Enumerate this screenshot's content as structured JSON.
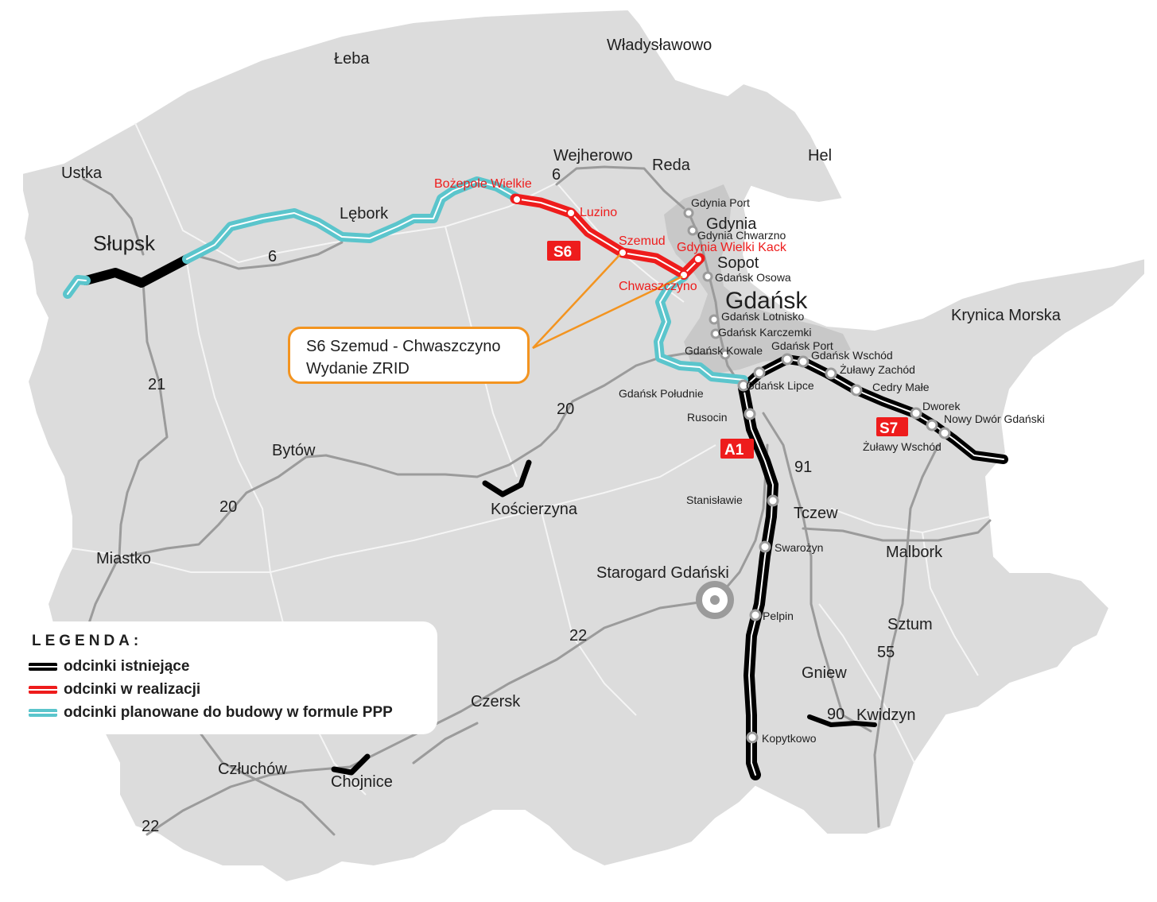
{
  "colors": {
    "land": "#dcdcdc",
    "urban": "#c8c8c8",
    "boundary": "#ffffff",
    "road": "#9b9b9b",
    "existing": "#000000",
    "in_progress": "#ee1c1c",
    "planned_ppp": "#5bc5cc",
    "callout": "#f39420"
  },
  "cities": {
    "leba": "Łeba",
    "wladyslawowo": "Władysławowo",
    "hel": "Hel",
    "ustka": "Ustka",
    "slupsk": "Słupsk",
    "lebork": "Lębork",
    "wejherowo": "Wejherowo",
    "reda": "Reda",
    "gdynia": "Gdynia",
    "sopot": "Sopot",
    "gdansk": "Gdańsk",
    "krynica": "Krynica Morska",
    "bytow": "Bytów",
    "koscierzyna": "Kościerzyna",
    "miastko": "Miastko",
    "starogard": "Starogard Gdański",
    "tczew": "Tczew",
    "malbork": "Malbork",
    "sztum": "Sztum",
    "gniew": "Gniew",
    "kwidzyn": "Kwidzyn",
    "czersk": "Czersk",
    "czluchow": "Człuchów",
    "chojnice": "Chojnice"
  },
  "red_labels": {
    "bozepole": "Bożepole Wielkie",
    "luzino": "Luzino",
    "szemud": "Szemud",
    "gdynia_wielki_kack": "Gdynia Wielki Kack",
    "chwaszczyno": "Chwaszczyno"
  },
  "node_labels": {
    "gdynia_port": "Gdynia Port",
    "gdynia_chwarzno": "Gdynia Chwarzno",
    "gdansk_osowa": "Gdańsk Osowa",
    "gdansk_lotnisko": "Gdańsk Lotnisko",
    "gdansk_karczemki": "Gdańsk Karczemki",
    "gdansk_kowale": "Gdańsk Kowale",
    "gdansk_port": "Gdańsk Port",
    "gdansk_wschod": "Gdańsk Wschód",
    "zulawy_zachod": "Żuławy Zachód",
    "cedry_male": "Cedry Małe",
    "dworek": "Dworek",
    "nowy_dwor": "Nowy Dwór Gdański",
    "zulawy_wschod": "Żuławy Wschód",
    "gdansk_lipce": "Gdańsk Lipce",
    "gdansk_poludnie": "Gdańsk Południe",
    "rusocin": "Rusocin",
    "stanislawie": "Stanisławie",
    "swarozyn": "Swarożyn",
    "pelpin": "Pelpin",
    "kopytkowo": "Kopytkowo"
  },
  "road_numbers": {
    "r6_north": "6",
    "r6_south": "6",
    "r21": "21",
    "r20_a": "20",
    "r20_b": "20",
    "r91": "91",
    "r22_a": "22",
    "r22_b": "22",
    "r55": "55",
    "r90": "90"
  },
  "shields": {
    "s6": "S6",
    "s7": "S7",
    "a1": "A1"
  },
  "callout": {
    "line1": "S6 Szemud - Chwaszczyno",
    "line2": "Wydanie ZRID"
  },
  "legend": {
    "title": "LEGENDA:",
    "items": [
      {
        "label": "odcinki istniejące",
        "color": "#000000"
      },
      {
        "label": "odcinki w realizacji",
        "color": "#ee1c1c"
      },
      {
        "label": "odcinki planowane do budowy w formule PPP",
        "color": "#5bc5cc"
      }
    ]
  }
}
